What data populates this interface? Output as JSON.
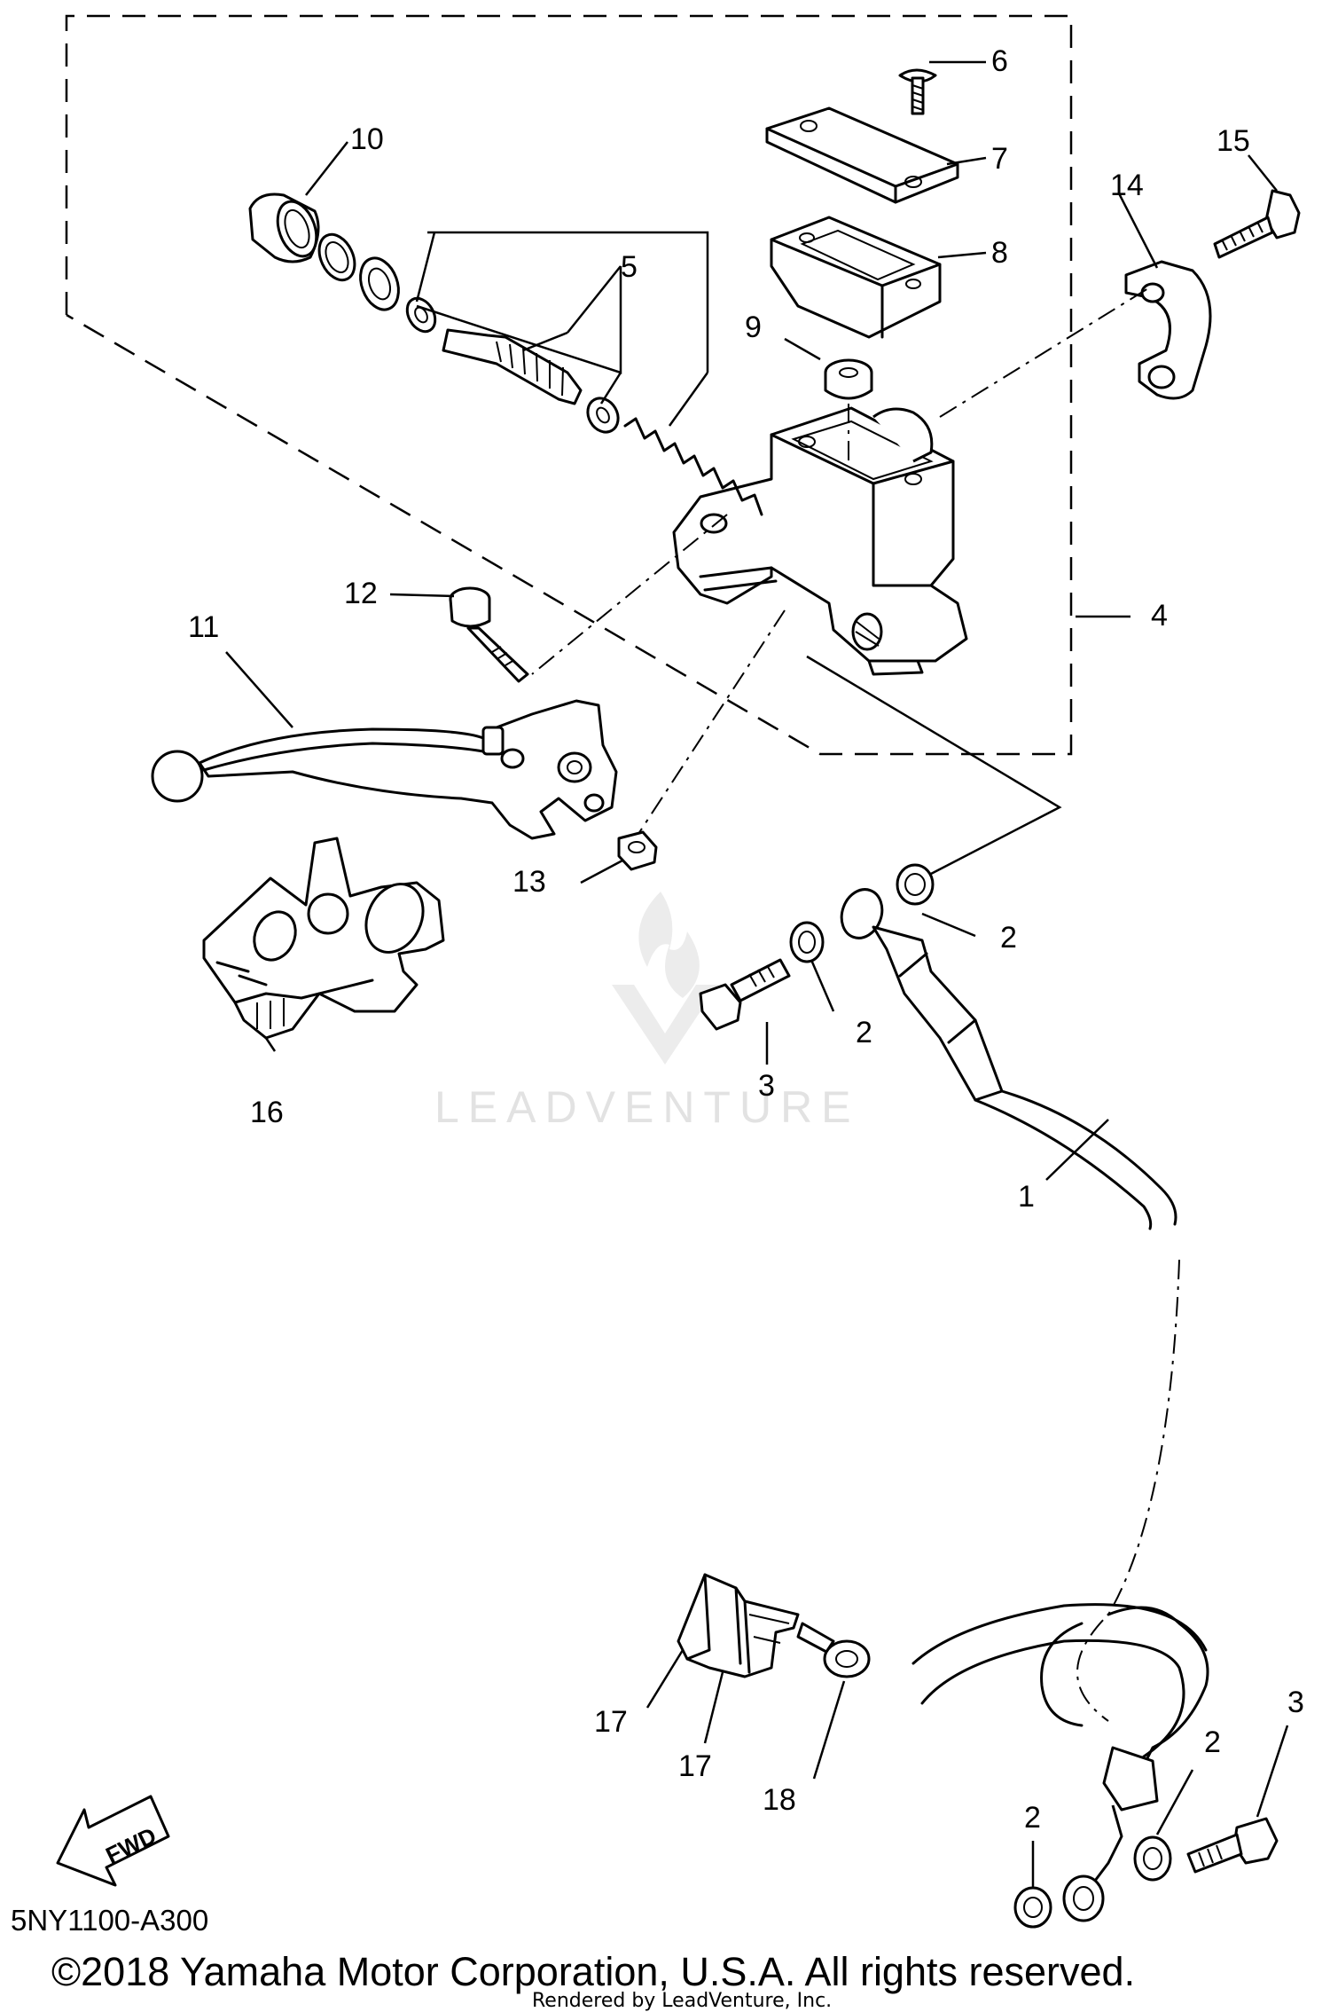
{
  "diagram_ref": "5NY1100-A300",
  "copyright": "©2018 Yamaha Motor Corporation, U.S.A. All rights reserved.",
  "rendered_by": "Rendered by LeadVenture, Inc.",
  "watermark": "LEADVENTURE",
  "fwd_label": "FWD",
  "callouts": {
    "c1": "1",
    "c2a": "2",
    "c2b": "2",
    "c2c": "2",
    "c2d": "2",
    "c3a": "3",
    "c3b": "3",
    "c4": "4",
    "c5": "5",
    "c6": "6",
    "c7": "7",
    "c8": "8",
    "c9": "9",
    "c10": "10",
    "c11": "11",
    "c12": "12",
    "c13": "13",
    "c14": "14",
    "c15": "15",
    "c16": "16",
    "c17a": "17",
    "c17b": "17",
    "c18": "18"
  }
}
